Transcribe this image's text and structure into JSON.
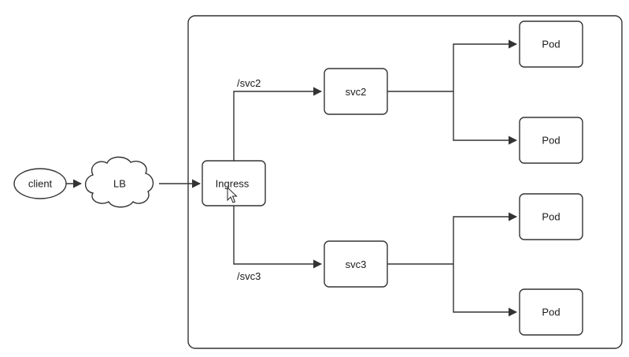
{
  "diagram": {
    "nodes": {
      "client": "client",
      "lb": "LB",
      "ingress": "Ingress",
      "svc2": "svc2",
      "svc3": "svc3",
      "pod1": "Pod",
      "pod2": "Pod",
      "pod3": "Pod",
      "pod4": "Pod"
    },
    "edge_labels": {
      "route_svc2": "/svc2",
      "route_svc3": "/svc3"
    },
    "colors": {
      "stroke": "#333333",
      "background": "#ffffff"
    }
  }
}
